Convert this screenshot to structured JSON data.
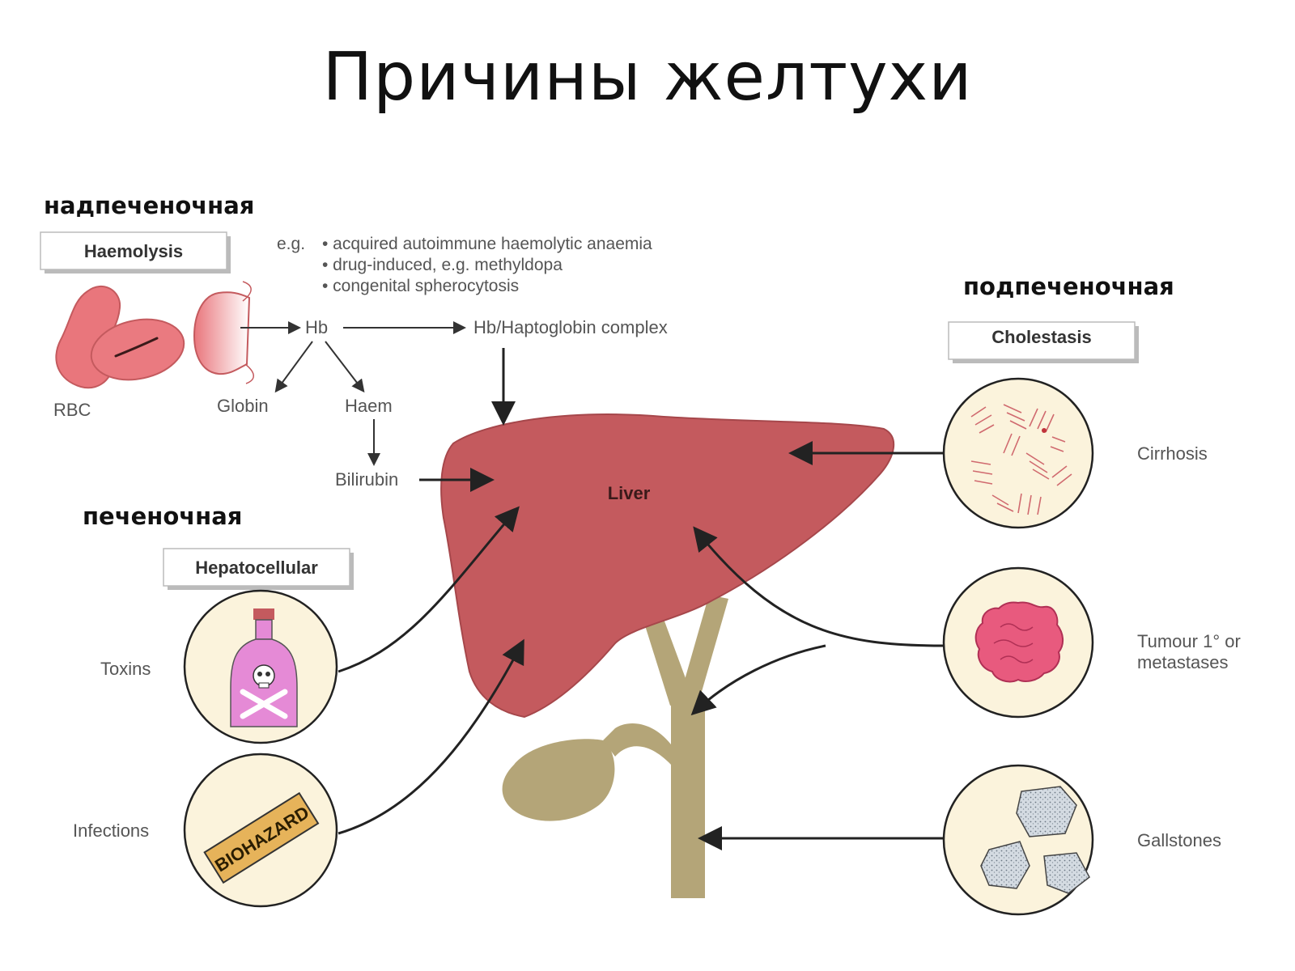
{
  "title": "Причины желтухи",
  "categories": {
    "prehepatic": "надпеченочная",
    "hepatic": "печеночная",
    "posthepatic": "подпеченочная"
  },
  "boxes": {
    "haemolysis": "Haemolysis",
    "hepatocellular": "Hepatocellular",
    "cholestasis": "Cholestasis"
  },
  "haemolysis_examples": {
    "prefix": "e.g.",
    "items": [
      "• acquired autoimmune haemolytic anaemia",
      "• drug-induced, e.g. methyldopa",
      "• congenital spherocytosis"
    ]
  },
  "pathway": {
    "rbc": "RBC",
    "hb": "Hb",
    "complex": "Hb/Haptoglobin complex",
    "globin": "Globin",
    "haem": "Haem",
    "bilirubin": "Bilirubin"
  },
  "liver": "Liver",
  "hepatic_causes": {
    "toxins": "Toxins",
    "infections": "Infections",
    "biohazard": "BIOHAZARD"
  },
  "posthepatic_causes": {
    "cirrhosis": "Cirrhosis",
    "tumour_line1": "Tumour 1° or",
    "tumour_line2": "metastases",
    "gallstones": "Gallstones"
  },
  "colors": {
    "liver": "#c45a5e",
    "rbc": "#e9767c",
    "duct": "#b4a578",
    "circle_fill": "#fbf3dc",
    "bottle": "#e58ad6"
  }
}
